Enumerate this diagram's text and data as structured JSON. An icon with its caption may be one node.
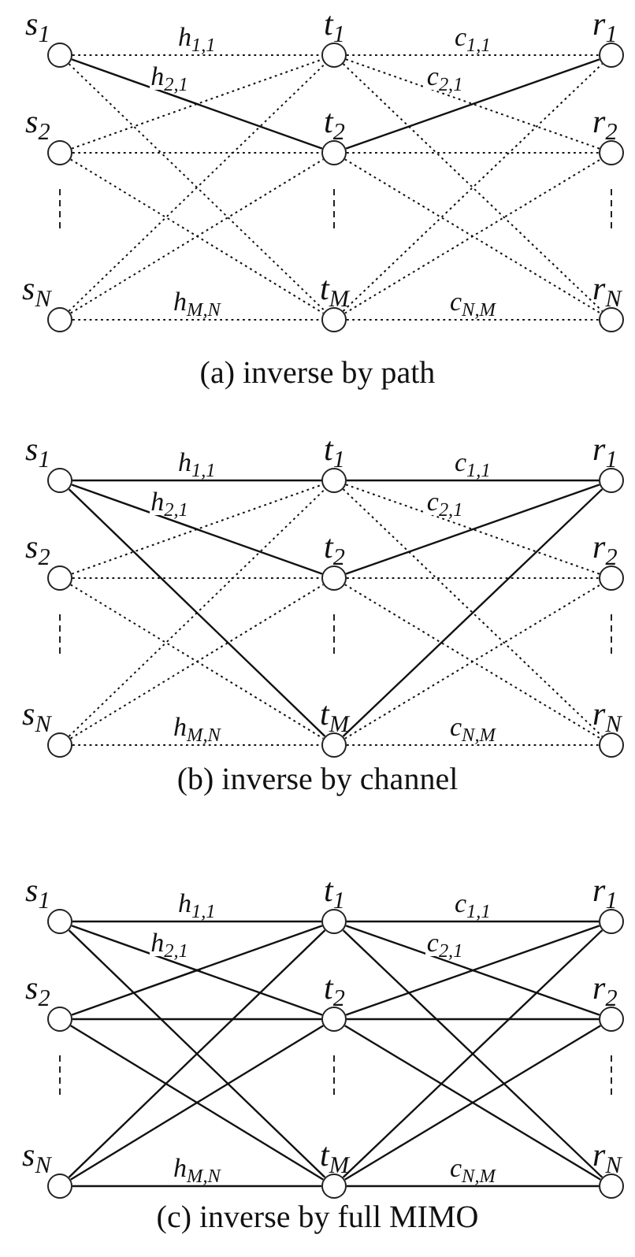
{
  "diagram": {
    "nodes": [
      {
        "text": [],
        "shape": "circle",
        "beside": [
          "s$_{1}$"
        ]
      },
      {
        "text": [],
        "shape": "circle",
        "beside": [
          "t$_{1}$"
        ]
      },
      {
        "text": [],
        "shape": "circle",
        "beside": [
          "r$_{1}$"
        ]
      },
      {
        "text": [],
        "shape": "circle",
        "beside": [
          "s$_{2}$"
        ]
      },
      {
        "text": [],
        "shape": "circle",
        "beside": [
          "t$_{2}$"
        ]
      },
      {
        "text": [],
        "shape": "circle",
        "beside": [
          "r$_{2}$"
        ]
      },
      {
        "text": [],
        "shape": "circle",
        "beside": [
          "s$_{N}$"
        ]
      },
      {
        "text": [],
        "shape": "circle",
        "beside": [
          "t$_{M}$"
        ]
      },
      {
        "text": [],
        "shape": "circle",
        "beside": [
          "r$_{N}$"
        ]
      },
      {
        "text": [],
        "shape": "circle",
        "beside": [
          "s$_{1}$"
        ]
      },
      {
        "text": [],
        "shape": "circle",
        "beside": [
          "t$_{1}$"
        ]
      },
      {
        "text": [],
        "shape": "circle",
        "beside": [
          "r$_{1}$"
        ]
      },
      {
        "text": [],
        "shape": "circle",
        "beside": [
          "s$_{2}$"
        ]
      },
      {
        "text": [],
        "shape": "circle",
        "beside": [
          "t$_{2}$"
        ]
      },
      {
        "text": [],
        "shape": "circle",
        "beside": [
          "r$_{2}$"
        ]
      },
      {
        "text": [],
        "shape": "circle",
        "beside": [
          "s$_{N}$"
        ]
      },
      {
        "text": [],
        "shape": "circle",
        "beside": [
          "t$_{M}$"
        ]
      },
      {
        "text": [],
        "shape": "circle",
        "beside": [
          "r$_{N}$"
        ]
      },
      {
        "text": [],
        "shape": "circle",
        "beside": [
          "s$_{1}$"
        ]
      },
      {
        "text": [],
        "shape": "circle",
        "beside": [
          "t$_{1}$"
        ]
      },
      {
        "text": [],
        "shape": "circle",
        "beside": [
          "r$_{1}$"
        ]
      },
      {
        "text": [],
        "shape": "circle",
        "beside": [
          "s$_{2}$"
        ]
      },
      {
        "text": [],
        "shape": "circle",
        "beside": [
          "t$_{2}$"
        ]
      },
      {
        "text": [],
        "shape": "circle",
        "beside": [
          "r$_{2}$"
        ]
      },
      {
        "text": [],
        "shape": "circle",
        "beside": [
          "s$_{N}$"
        ]
      },
      {
        "text": [],
        "shape": "circle",
        "beside": [
          "t$_{M}$"
        ]
      },
      {
        "text": [],
        "shape": "circle",
        "beside": [
          "r$_{N}$"
        ]
      }
    ],
    "edges": [
      {
        "from": 0,
        "to": 1,
        "arrow": "none",
        "label": "h$_{1,1}$",
        "style": "dashed"
      },
      {
        "from": 0,
        "to": 4,
        "arrow": "none",
        "label": "h$_{2,1}$"
      },
      {
        "from": 0,
        "to": 7,
        "arrow": "none",
        "style": "dashed"
      },
      {
        "from": 3,
        "to": 1,
        "arrow": "none",
        "style": "dashed"
      },
      {
        "from": 3,
        "to": 4,
        "arrow": "none",
        "style": "dashed"
      },
      {
        "from": 3,
        "to": 7,
        "arrow": "none",
        "style": "dashed"
      },
      {
        "from": 6,
        "to": 1,
        "arrow": "none",
        "style": "dashed"
      },
      {
        "from": 6,
        "to": 4,
        "arrow": "none",
        "style": "dashed"
      },
      {
        "from": 6,
        "to": 7,
        "arrow": "none",
        "label": "h$_{M,N}$",
        "style": "dashed"
      },
      {
        "from": 1,
        "to": 2,
        "arrow": "none",
        "label": "c$_{1,1}$",
        "style": "dashed"
      },
      {
        "from": 1,
        "to": 5,
        "arrow": "none",
        "label": "c$_{2,1}$",
        "style": "dashed"
      },
      {
        "from": 1,
        "to": 8,
        "arrow": "none",
        "style": "dashed"
      },
      {
        "from": 4,
        "to": 2,
        "arrow": "none"
      },
      {
        "from": 4,
        "to": 5,
        "arrow": "none",
        "style": "dashed"
      },
      {
        "from": 4,
        "to": 8,
        "arrow": "none",
        "style": "dashed"
      },
      {
        "from": 7,
        "to": 2,
        "arrow": "none",
        "style": "dashed"
      },
      {
        "from": 7,
        "to": 5,
        "arrow": "none",
        "style": "dashed"
      },
      {
        "from": 7,
        "to": 8,
        "arrow": "none",
        "label": "c$_{N,M}$",
        "style": "dashed"
      },
      {
        "from": 9,
        "to": 10,
        "arrow": "none",
        "label": "h$_{1,1}$"
      },
      {
        "from": 9,
        "to": 13,
        "arrow": "none",
        "label": "h$_{2,1}$"
      },
      {
        "from": 9,
        "to": 16,
        "arrow": "none"
      },
      {
        "from": 12,
        "to": 10,
        "arrow": "none",
        "style": "dashed"
      },
      {
        "from": 12,
        "to": 13,
        "arrow": "none",
        "style": "dashed"
      },
      {
        "from": 12,
        "to": 16,
        "arrow": "none",
        "style": "dashed"
      },
      {
        "from": 15,
        "to": 10,
        "arrow": "none",
        "style": "dashed"
      },
      {
        "from": 15,
        "to": 13,
        "arrow": "none",
        "style": "dashed"
      },
      {
        "from": 15,
        "to": 16,
        "arrow": "none",
        "label": "h$_{M,N}$",
        "style": "dashed"
      },
      {
        "from": 10,
        "to": 11,
        "arrow": "none",
        "label": "c$_{1,1}$"
      },
      {
        "from": 10,
        "to": 14,
        "arrow": "none",
        "label": "c$_{2,1}$",
        "style": "dashed"
      },
      {
        "from": 10,
        "to": 17,
        "arrow": "none",
        "style": "dashed"
      },
      {
        "from": 13,
        "to": 11,
        "arrow": "none"
      },
      {
        "from": 13,
        "to": 14,
        "arrow": "none",
        "style": "dashed"
      },
      {
        "from": 13,
        "to": 17,
        "arrow": "none",
        "style": "dashed"
      },
      {
        "from": 16,
        "to": 11,
        "arrow": "none"
      },
      {
        "from": 16,
        "to": 14,
        "arrow": "none",
        "style": "dashed"
      },
      {
        "from": 16,
        "to": 17,
        "arrow": "none",
        "label": "c$_{N,M}$",
        "style": "dashed"
      },
      {
        "from": 18,
        "to": 19,
        "arrow": "none",
        "label": "h$_{1,1}$"
      },
      {
        "from": 18,
        "to": 22,
        "arrow": "none",
        "label": "h$_{2,1}$"
      },
      {
        "from": 18,
        "to": 25,
        "arrow": "none"
      },
      {
        "from": 21,
        "to": 19,
        "arrow": "none"
      },
      {
        "from": 21,
        "to": 22,
        "arrow": "none"
      },
      {
        "from": 21,
        "to": 25,
        "arrow": "none"
      },
      {
        "from": 24,
        "to": 19,
        "arrow": "none"
      },
      {
        "from": 24,
        "to": 22,
        "arrow": "none"
      },
      {
        "from": 24,
        "to": 25,
        "arrow": "none",
        "label": "h$_{M,N}$"
      },
      {
        "from": 19,
        "to": 20,
        "arrow": "none",
        "label": "c$_{1,1}$"
      },
      {
        "from": 19,
        "to": 23,
        "arrow": "none",
        "label": "c$_{2,1}$"
      },
      {
        "from": 19,
        "to": 26,
        "arrow": "none"
      },
      {
        "from": 22,
        "to": 20,
        "arrow": "none"
      },
      {
        "from": 22,
        "to": 23,
        "arrow": "none"
      },
      {
        "from": 22,
        "to": 26,
        "arrow": "none"
      },
      {
        "from": 25,
        "to": 20,
        "arrow": "none"
      },
      {
        "from": 25,
        "to": 23,
        "arrow": "none"
      },
      {
        "from": 25,
        "to": 26,
        "arrow": "none",
        "label": "c$_{N,M}$"
      }
    ],
    "labels": [
      "(a) inverse by path",
      "(b) inverse by channel",
      "(c) inverse by full MIMO"
    ]
  }
}
